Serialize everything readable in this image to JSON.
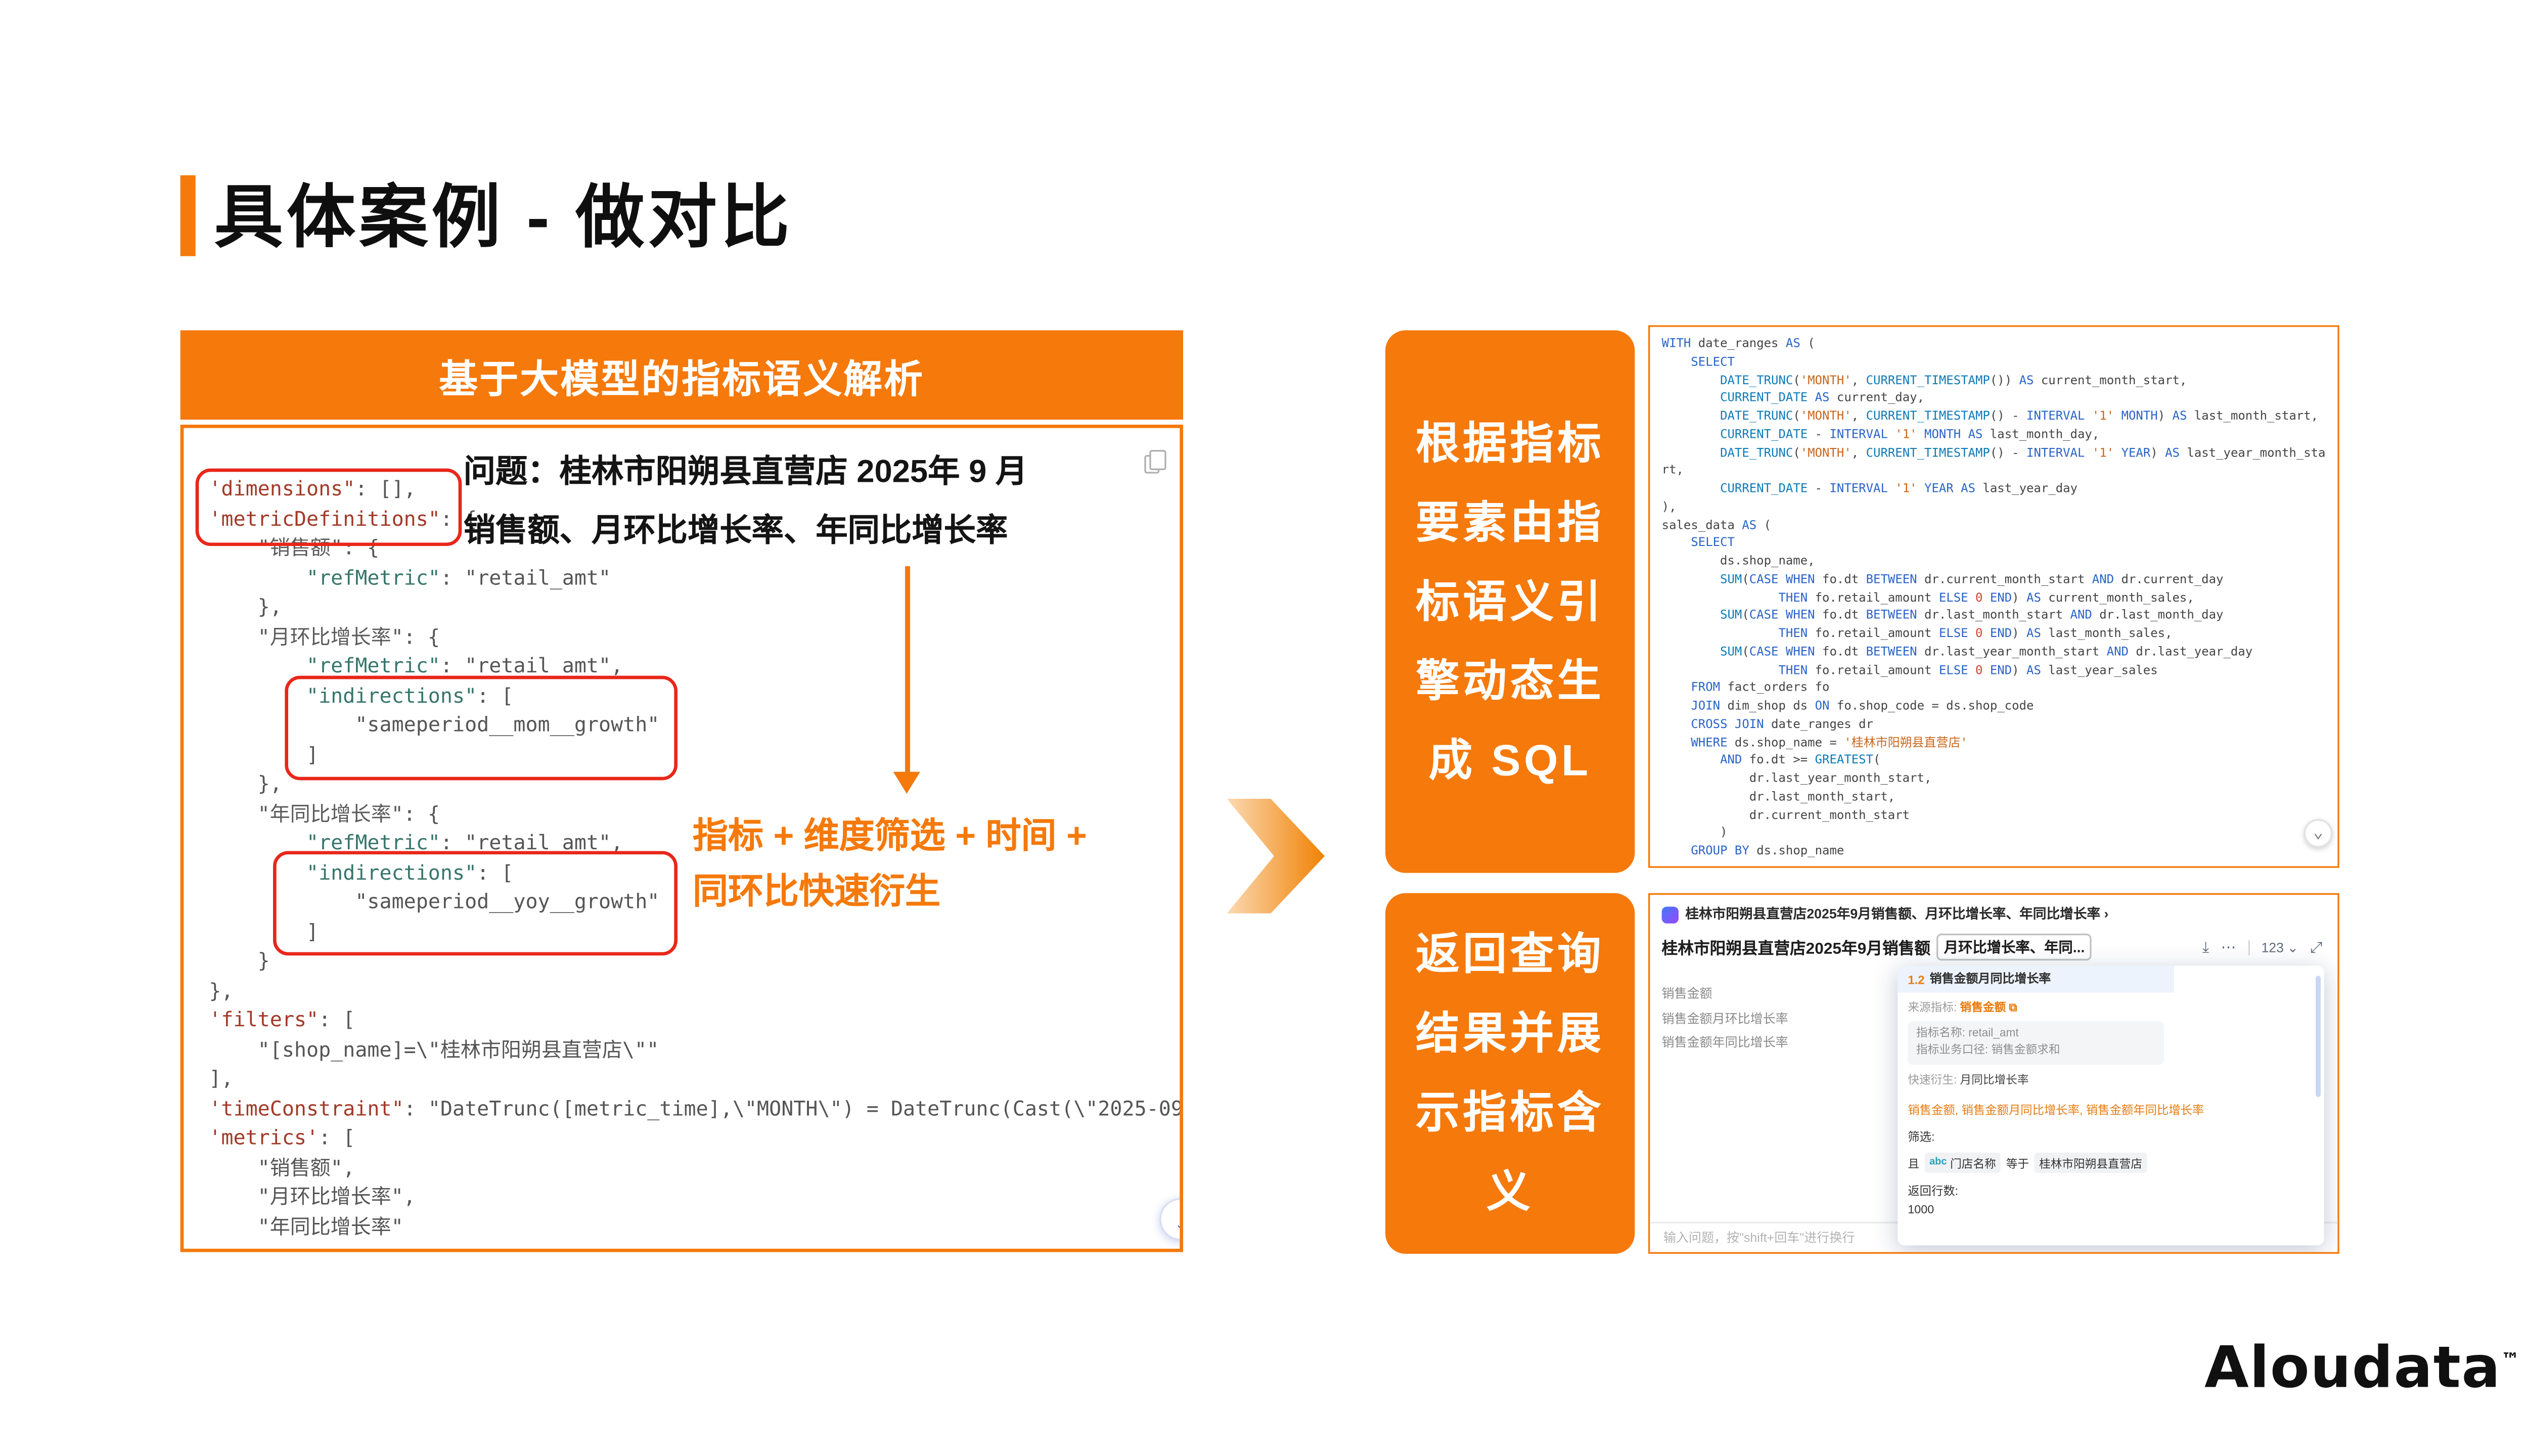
{
  "colors": {
    "orange": "#F5790B",
    "red": "#E8271A",
    "keyword_blue": "#2A64C8",
    "string_orange": "#C9661B"
  },
  "icons": {
    "download": "⤓",
    "external": "⧉",
    "more": "⋯",
    "caret": "⌄",
    "expand": "⤢",
    "scroll_down": "↓",
    "chevron_down": "⌄"
  },
  "title": {
    "text": "具体案例 - 做对比"
  },
  "left_panel": {
    "header": "基于大模型的指标语义解析",
    "question": {
      "line1": "问题：桂林市阳朔县直营店 2025年 9 月",
      "line2": "销售额、月环比增长率、年同比增长率"
    },
    "derive": {
      "line1": "指标 + 维度筛选 + 时间 +",
      "line2": "同环比快速衍生"
    },
    "code": [
      [
        [
          "k",
          "'dimensions\""
        ],
        [
          "p",
          ": [],"
        ]
      ],
      [
        [
          "k",
          "'metricDefinitions\""
        ],
        [
          "p",
          ": {"
        ]
      ],
      [
        [
          "p",
          "    "
        ],
        [
          "ck",
          "\"销售额\""
        ],
        [
          "p",
          ": {"
        ]
      ],
      [
        [
          "p",
          "        "
        ],
        [
          "nk",
          "\"refMetric\""
        ],
        [
          "p",
          ": "
        ],
        [
          "s",
          "\"retail_amt\""
        ]
      ],
      [
        [
          "p",
          "    },"
        ]
      ],
      [
        [
          "p",
          "    "
        ],
        [
          "ck",
          "\"月环比增长率\""
        ],
        [
          "p",
          ": {"
        ]
      ],
      [
        [
          "p",
          "        "
        ],
        [
          "nk",
          "\"refMetric\""
        ],
        [
          "p",
          ": "
        ],
        [
          "s",
          "\"retail_amt\","
        ]
      ],
      [
        [
          "p",
          "        "
        ],
        [
          "nk",
          "\"indirections\""
        ],
        [
          "p",
          ": ["
        ]
      ],
      [
        [
          "p",
          "            "
        ],
        [
          "s",
          "\"sameperiod__mom__growth\""
        ]
      ],
      [
        [
          "p",
          "        ]"
        ]
      ],
      [
        [
          "p",
          "    },"
        ]
      ],
      [
        [
          "p",
          "    "
        ],
        [
          "ck",
          "\"年同比增长率\""
        ],
        [
          "p",
          ": {"
        ]
      ],
      [
        [
          "p",
          "        "
        ],
        [
          "nk",
          "\"refMetric\""
        ],
        [
          "p",
          ": "
        ],
        [
          "s",
          "\"retail_amt\","
        ]
      ],
      [
        [
          "p",
          "        "
        ],
        [
          "nk",
          "\"indirections\""
        ],
        [
          "p",
          ": ["
        ]
      ],
      [
        [
          "p",
          "            "
        ],
        [
          "s",
          "\"sameperiod__yoy__growth\""
        ]
      ],
      [
        [
          "p",
          "        ]"
        ]
      ],
      [
        [
          "p",
          "    }"
        ]
      ],
      [
        [
          "p",
          "},"
        ]
      ],
      [
        [
          "k",
          "'filters\""
        ],
        [
          "p",
          ": ["
        ]
      ],
      [
        [
          "p",
          "    "
        ],
        [
          "s",
          "\"[shop_name]=\\\"桂林市阳朔县直营店\\\"\""
        ]
      ],
      [
        [
          "p",
          "],"
        ]
      ],
      [
        [
          "k",
          "'timeConstraint\""
        ],
        [
          "p",
          ": "
        ],
        [
          "s",
          "\"DateTrunc([metric_time],\\\"MONTH\\\") = DateTrunc(Cast(\\\"2025-09"
        ]
      ],
      [
        [
          "k",
          "'metrics'"
        ],
        [
          "p",
          ": ["
        ]
      ],
      [
        [
          "p",
          "    "
        ],
        [
          "s",
          "\"销售额\","
        ]
      ],
      [
        [
          "p",
          "    "
        ],
        [
          "s",
          "\"月环比增长率\","
        ]
      ],
      [
        [
          "p",
          "    "
        ],
        [
          "s",
          "\"年同比增长率\""
        ]
      ]
    ]
  },
  "sql_section": {
    "label_lines": [
      "根据指标",
      "要素由指",
      "标语义引",
      "擎动态生",
      "成 SQL"
    ],
    "code": [
      [
        [
          "kw",
          "WITH "
        ],
        [
          "id",
          "date_ranges "
        ],
        [
          "kw",
          "AS "
        ],
        [
          "id",
          "("
        ]
      ],
      [
        [
          "id",
          "    "
        ],
        [
          "kw",
          "SELECT"
        ]
      ],
      [
        [
          "id",
          "        "
        ],
        [
          "fn",
          "DATE_TRUNC"
        ],
        [
          "id",
          "("
        ],
        [
          "st",
          "'MONTH'"
        ],
        [
          "id",
          ", "
        ],
        [
          "fn",
          "CURRENT_TIMESTAMP"
        ],
        [
          "id",
          "()) "
        ],
        [
          "kw",
          "AS "
        ],
        [
          "id",
          "current_month_start,"
        ]
      ],
      [
        [
          "id",
          "        "
        ],
        [
          "fn",
          "CURRENT_DATE"
        ],
        [
          "id",
          " "
        ],
        [
          "kw",
          "AS "
        ],
        [
          "id",
          "current_day,"
        ]
      ],
      [
        [
          "id",
          "        "
        ],
        [
          "fn",
          "DATE_TRUNC"
        ],
        [
          "id",
          "("
        ],
        [
          "st",
          "'MONTH'"
        ],
        [
          "id",
          ", "
        ],
        [
          "fn",
          "CURRENT_TIMESTAMP"
        ],
        [
          "id",
          "() - "
        ],
        [
          "kw",
          "INTERVAL "
        ],
        [
          "st",
          "'1'"
        ],
        [
          "kw",
          " MONTH"
        ],
        [
          "id",
          ") "
        ],
        [
          "kw",
          "AS "
        ],
        [
          "id",
          "last_month_start,"
        ]
      ],
      [
        [
          "id",
          "        "
        ],
        [
          "fn",
          "CURRENT_DATE"
        ],
        [
          "id",
          " - "
        ],
        [
          "kw",
          "INTERVAL "
        ],
        [
          "st",
          "'1'"
        ],
        [
          "kw",
          " MONTH "
        ],
        [
          "kw",
          "AS "
        ],
        [
          "id",
          "last_month_day,"
        ]
      ],
      [
        [
          "id",
          "        "
        ],
        [
          "fn",
          "DATE_TRUNC"
        ],
        [
          "id",
          "("
        ],
        [
          "st",
          "'MONTH'"
        ],
        [
          "id",
          ", "
        ],
        [
          "fn",
          "CURRENT_TIMESTAMP"
        ],
        [
          "id",
          "() - "
        ],
        [
          "kw",
          "INTERVAL "
        ],
        [
          "st",
          "'1'"
        ],
        [
          "kw",
          " YEAR"
        ],
        [
          "id",
          ") "
        ],
        [
          "kw",
          "AS "
        ],
        [
          "id",
          "last_year_month_sta"
        ]
      ],
      [
        [
          "id",
          "rt,"
        ]
      ],
      [
        [
          "id",
          "        "
        ],
        [
          "fn",
          "CURRENT_DATE"
        ],
        [
          "id",
          " - "
        ],
        [
          "kw",
          "INTERVAL "
        ],
        [
          "st",
          "'1'"
        ],
        [
          "kw",
          " YEAR "
        ],
        [
          "kw",
          "AS "
        ],
        [
          "id",
          "last_year_day"
        ]
      ],
      [
        [
          "id",
          "),"
        ]
      ],
      [
        [
          "id",
          "sales_data "
        ],
        [
          "kw",
          "AS "
        ],
        [
          "id",
          "("
        ]
      ],
      [
        [
          "id",
          "    "
        ],
        [
          "kw",
          "SELECT"
        ]
      ],
      [
        [
          "id",
          "        ds.shop_name,"
        ]
      ],
      [
        [
          "id",
          "        "
        ],
        [
          "fn",
          "SUM"
        ],
        [
          "id",
          "("
        ],
        [
          "kw",
          "CASE WHEN "
        ],
        [
          "id",
          "fo.dt "
        ],
        [
          "kw",
          "BETWEEN "
        ],
        [
          "id",
          "dr.current_month_start "
        ],
        [
          "kw",
          "AND "
        ],
        [
          "id",
          "dr.current_day"
        ]
      ],
      [
        [
          "id",
          "                "
        ],
        [
          "kw",
          "THEN "
        ],
        [
          "id",
          "fo.retail_amount "
        ],
        [
          "kw",
          "ELSE "
        ],
        [
          "nm",
          "0"
        ],
        [
          "kw",
          " END"
        ],
        [
          "id",
          ") "
        ],
        [
          "kw",
          "AS "
        ],
        [
          "id",
          "current_month_sales,"
        ]
      ],
      [
        [
          "id",
          "        "
        ],
        [
          "fn",
          "SUM"
        ],
        [
          "id",
          "("
        ],
        [
          "kw",
          "CASE WHEN "
        ],
        [
          "id",
          "fo.dt "
        ],
        [
          "kw",
          "BETWEEN "
        ],
        [
          "id",
          "dr.last_month_start "
        ],
        [
          "kw",
          "AND "
        ],
        [
          "id",
          "dr.last_month_day"
        ]
      ],
      [
        [
          "id",
          "                "
        ],
        [
          "kw",
          "THEN "
        ],
        [
          "id",
          "fo.retail_amount "
        ],
        [
          "kw",
          "ELSE "
        ],
        [
          "nm",
          "0"
        ],
        [
          "kw",
          " END"
        ],
        [
          "id",
          ") "
        ],
        [
          "kw",
          "AS "
        ],
        [
          "id",
          "last_month_sales,"
        ]
      ],
      [
        [
          "id",
          "        "
        ],
        [
          "fn",
          "SUM"
        ],
        [
          "id",
          "("
        ],
        [
          "kw",
          "CASE WHEN "
        ],
        [
          "id",
          "fo.dt "
        ],
        [
          "kw",
          "BETWEEN "
        ],
        [
          "id",
          "dr.last_year_month_start "
        ],
        [
          "kw",
          "AND "
        ],
        [
          "id",
          "dr.last_year_day"
        ]
      ],
      [
        [
          "id",
          "                "
        ],
        [
          "kw",
          "THEN "
        ],
        [
          "id",
          "fo.retail_amount "
        ],
        [
          "kw",
          "ELSE "
        ],
        [
          "nm",
          "0"
        ],
        [
          "kw",
          " END"
        ],
        [
          "id",
          ") "
        ],
        [
          "kw",
          "AS "
        ],
        [
          "id",
          "last_year_sales"
        ]
      ],
      [
        [
          "id",
          "    "
        ],
        [
          "kw",
          "FROM "
        ],
        [
          "id",
          "fact_orders fo"
        ]
      ],
      [
        [
          "id",
          "    "
        ],
        [
          "kw",
          "JOIN "
        ],
        [
          "id",
          "dim_shop ds "
        ],
        [
          "kw",
          "ON "
        ],
        [
          "id",
          "fo.shop_code = ds.shop_code"
        ]
      ],
      [
        [
          "id",
          "    "
        ],
        [
          "kw",
          "CROSS JOIN "
        ],
        [
          "id",
          "date_ranges dr"
        ]
      ],
      [
        [
          "id",
          "    "
        ],
        [
          "kw",
          "WHERE "
        ],
        [
          "id",
          "ds.shop_name = "
        ],
        [
          "st",
          "'桂林市阳朔县直营店'"
        ]
      ],
      [
        [
          "id",
          "        "
        ],
        [
          "kw",
          "AND "
        ],
        [
          "id",
          "fo.dt >= "
        ],
        [
          "fn",
          "GREATEST"
        ],
        [
          "id",
          "("
        ]
      ],
      [
        [
          "id",
          "            dr.last_year_month_start,"
        ]
      ],
      [
        [
          "id",
          "            dr.last_month_start,"
        ]
      ],
      [
        [
          "id",
          "            dr.current_month_start"
        ]
      ],
      [
        [
          "id",
          "        )"
        ]
      ],
      [
        [
          "id",
          "    "
        ],
        [
          "kw",
          "GROUP BY "
        ],
        [
          "id",
          "ds.shop_name"
        ]
      ]
    ]
  },
  "result_section": {
    "label_lines": [
      "返回查询",
      "结果并展",
      "示指标含",
      "义"
    ],
    "window": {
      "header": "桂林市阳朔县直营店2025年9月销售额、月环比增长率、年同比增长率 ›",
      "query_title": "桂林市阳朔县直营店2025年9月销售额",
      "query_title_boxed": "月环比增长率、年同...",
      "toolbar": {
        "rows_dropdown": "123"
      },
      "metric_list": [
        "销售金额",
        "销售金额月环比增长率",
        "销售金额年同比增长率"
      ],
      "tooltip": {
        "title_index": "1.2",
        "title": "销售金额月同比增长率",
        "source_label": "来源指标:",
        "source_value": "销售金额",
        "name_label": "指标名称:",
        "name_value": "retail_amt",
        "caliber_label": "指标业务口径:",
        "caliber_value": "销售金额求和",
        "derive_label": "快速衍生:",
        "derive_value": "月同比增长率"
      },
      "metrics_line": "销售金额, 销售金额月同比增长率, 销售金额年同比增长率",
      "filter_label": "筛选:",
      "filter_and": "且",
      "filter_field_type": "abc",
      "filter_field": "门店名称",
      "filter_op": "等于",
      "filter_value": "桂林市阳朔县直营店",
      "rows_label": "返回行数:",
      "rows_value": "1000",
      "input_placeholder": "输入问题，按\"shift+回车\"进行换行"
    }
  },
  "logo": {
    "text": "Aloudata",
    "tm": "™"
  }
}
